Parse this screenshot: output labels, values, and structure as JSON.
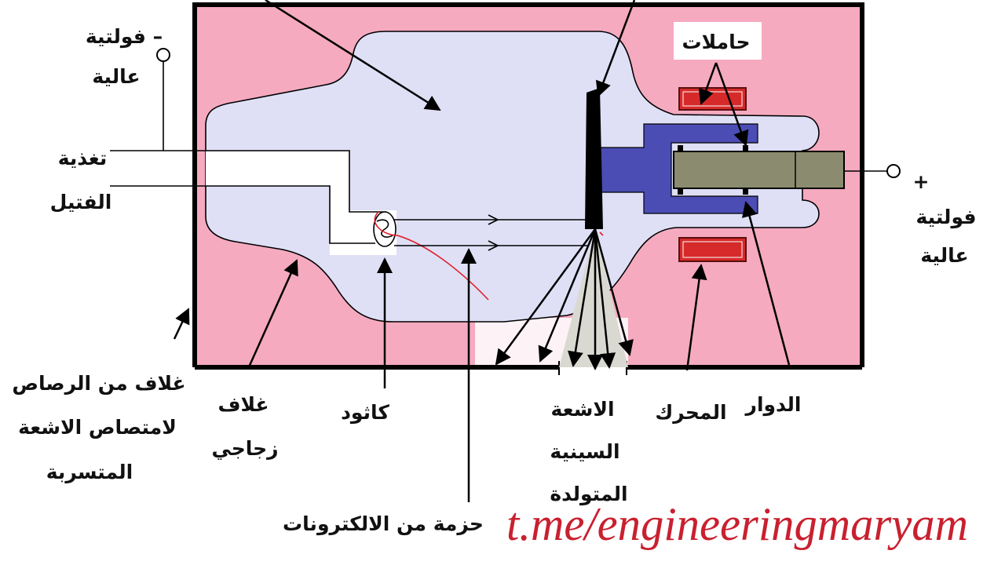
{
  "labels": {
    "neg_voltage": {
      "line1": "فولتية –",
      "line2": "عالية"
    },
    "filament_feed": {
      "line1": "تغذية",
      "line2": "الفتيل"
    },
    "bearings": "حاملات",
    "pos_voltage": {
      "sign": "+",
      "line1": "فولتية",
      "line2": "عالية"
    },
    "lead_housing": {
      "line1": "غلاف من الرصاص",
      "line2": "لامتصاص الاشعة",
      "line3": "المتسربة"
    },
    "glass_envelope": {
      "line1": "غلاف",
      "line2": "زجاجي"
    },
    "cathode": "كاثود",
    "xrays": {
      "line1": "الاشعة",
      "line2": "السينية",
      "line3": "المتولدة"
    },
    "motor": "المحرك",
    "rotor": "الدوار",
    "electron_beam": "حزمة من الالكترونات"
  },
  "watermark": "t.me/engineeringmaryam",
  "colors": {
    "housing_fill": "#f5aac0",
    "glass_fill": "#dfe0f6",
    "anode_stem": "#4b4db4",
    "rotor": "#8b8b6f",
    "stator": "#d62a2a",
    "xray_cone": "#d9d9d2",
    "annotation": "#e0202a",
    "watermark": "#c9202f"
  }
}
